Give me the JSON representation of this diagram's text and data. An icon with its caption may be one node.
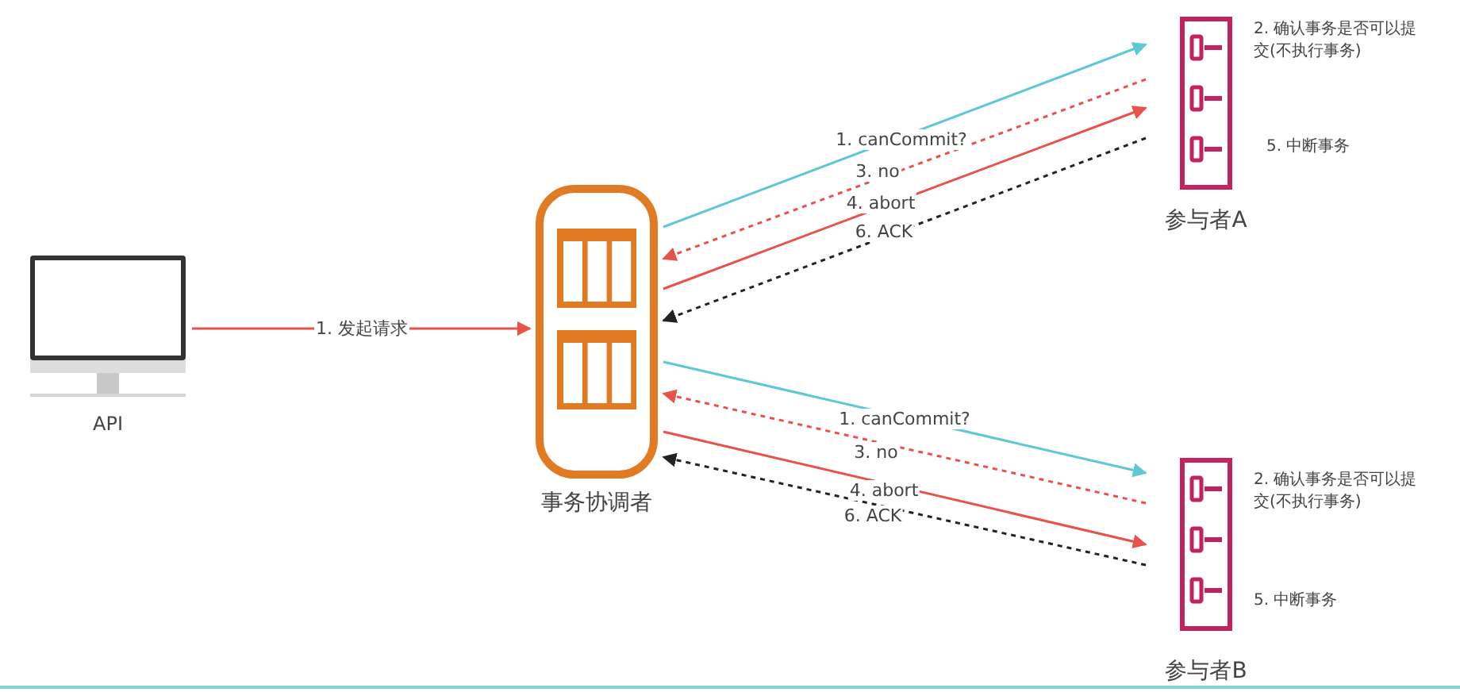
{
  "diagram": {
    "nodes": [
      {
        "text": [
          "API"
        ]
      },
      {
        "text": [
          "事务协调者"
        ]
      },
      {
        "text": [
          "参与者A"
        ],
        "beside": [
          "2. 确认事务是否可以提交(不执行事务)",
          "5. 中断事务"
        ]
      },
      {
        "text": [
          "参与者B"
        ],
        "beside": [
          "2. 确认事务是否可以提交(不执行事务)",
          "5. 中断事务"
        ]
      }
    ],
    "edges": [
      {
        "from": 0,
        "to": 1,
        "arrow": "to",
        "label": "1. 发起请求"
      },
      {
        "from": 1,
        "to": 2,
        "arrow": "to",
        "label": "1. canCommit?",
        "color": "#5ec8d3"
      },
      {
        "from": 2,
        "to": 1,
        "arrow": "to",
        "label": "3. no",
        "style": "dashed"
      },
      {
        "from": 1,
        "to": 2,
        "arrow": "to",
        "label": "4. abort"
      },
      {
        "from": 2,
        "to": 1,
        "arrow": "to",
        "label": "6. ACK",
        "style": "dashed",
        "color": "#222222"
      },
      {
        "from": 1,
        "to": 3,
        "arrow": "to",
        "label": "1. canCommit?",
        "color": "#5ec8d3"
      },
      {
        "from": 3,
        "to": 1,
        "arrow": "to",
        "label": "3. no",
        "style": "dashed"
      },
      {
        "from": 1,
        "to": 3,
        "arrow": "to",
        "label": "4. abort"
      },
      {
        "from": 3,
        "to": 1,
        "arrow": "to",
        "label": "6. ACK",
        "style": "dashed",
        "color": "#222222"
      }
    ]
  }
}
